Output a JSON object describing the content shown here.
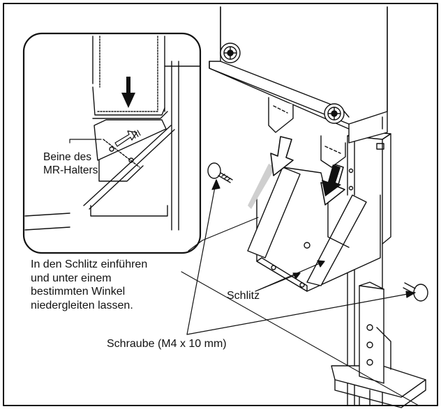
{
  "labels": {
    "inset_line1": "Beine des",
    "inset_line2": "MR-Halters",
    "instruction_line1": "In den Schlitz einführen",
    "instruction_line2": "und unter einem",
    "instruction_line3": "bestimmten Winkel",
    "instruction_line4": "niedergleiten lassen.",
    "slot": "Schlitz",
    "screw": "Schraube (M4 x 10 mm)"
  },
  "colors": {
    "line": "#111111",
    "background": "#ffffff",
    "shade": "#cfcfcf"
  }
}
